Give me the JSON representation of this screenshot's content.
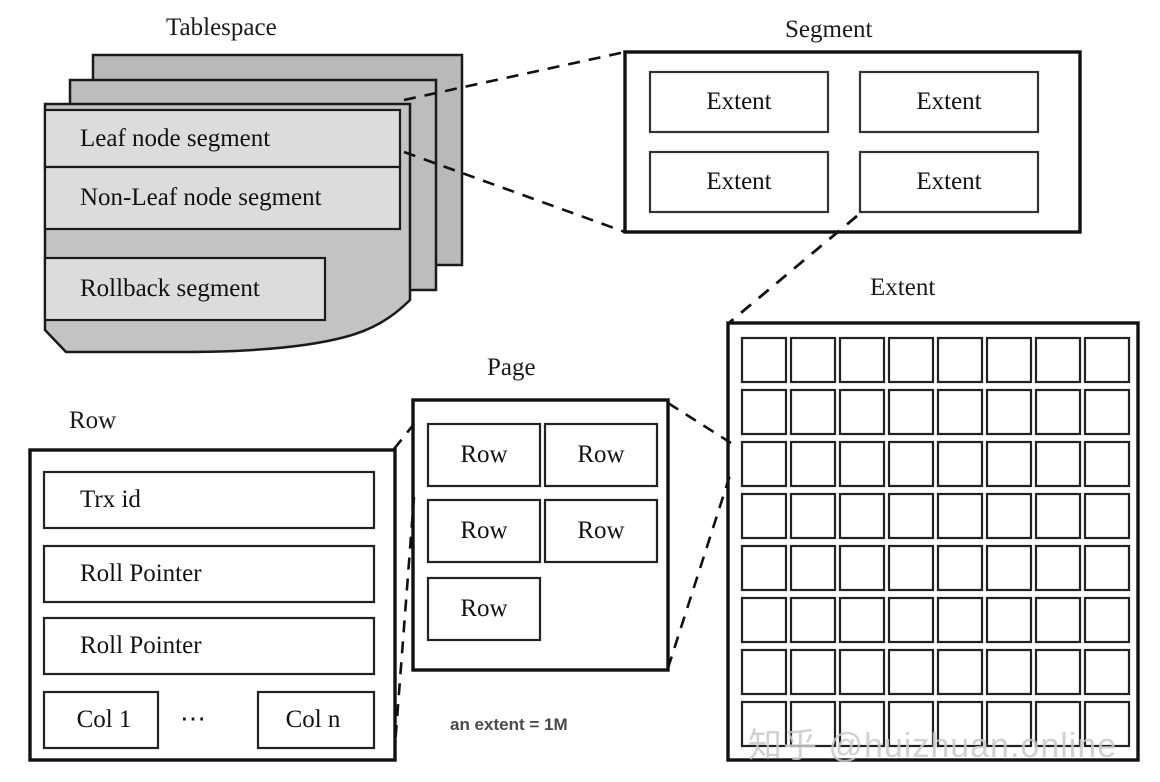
{
  "diagram": {
    "title_font_note": "serif",
    "colors": {
      "stroke": "#1a1a1a",
      "sheet_back": "#b9b9b9",
      "sheet_mid": "#bdbdbd",
      "sheet_front": "#c3c3c3",
      "segment_fill": "#dcdcdc",
      "white": "#ffffff",
      "note_text": "#4a4a4a",
      "watermark": "#c9c9c9"
    }
  },
  "tablespace": {
    "label": "Tablespace",
    "segments": [
      {
        "label": "Leaf node segment"
      },
      {
        "label": "Non-Leaf node segment"
      },
      {
        "label": "Rollback segment"
      }
    ]
  },
  "segment": {
    "label": "Segment",
    "extents": [
      {
        "label": "Extent"
      },
      {
        "label": "Extent"
      },
      {
        "label": "Extent"
      },
      {
        "label": "Extent"
      }
    ]
  },
  "extent": {
    "label": "Extent",
    "grid": {
      "cols": 8,
      "rows": 8,
      "cell_label": ""
    },
    "note": "an extent = 1M"
  },
  "page": {
    "label": "Page",
    "rows": [
      {
        "label": "Row"
      },
      {
        "label": "Row"
      },
      {
        "label": "Row"
      },
      {
        "label": "Row"
      },
      {
        "label": "Row"
      }
    ]
  },
  "row": {
    "label": "Row",
    "fields": [
      {
        "label": "Trx id"
      },
      {
        "label": "Roll Pointer"
      },
      {
        "label": "Roll Pointer"
      }
    ],
    "columns": [
      {
        "label": "Col 1"
      },
      {
        "label": "Col n"
      }
    ],
    "ellipsis": "⋯"
  },
  "watermark": {
    "text": "知乎 @huizhuan.online"
  }
}
